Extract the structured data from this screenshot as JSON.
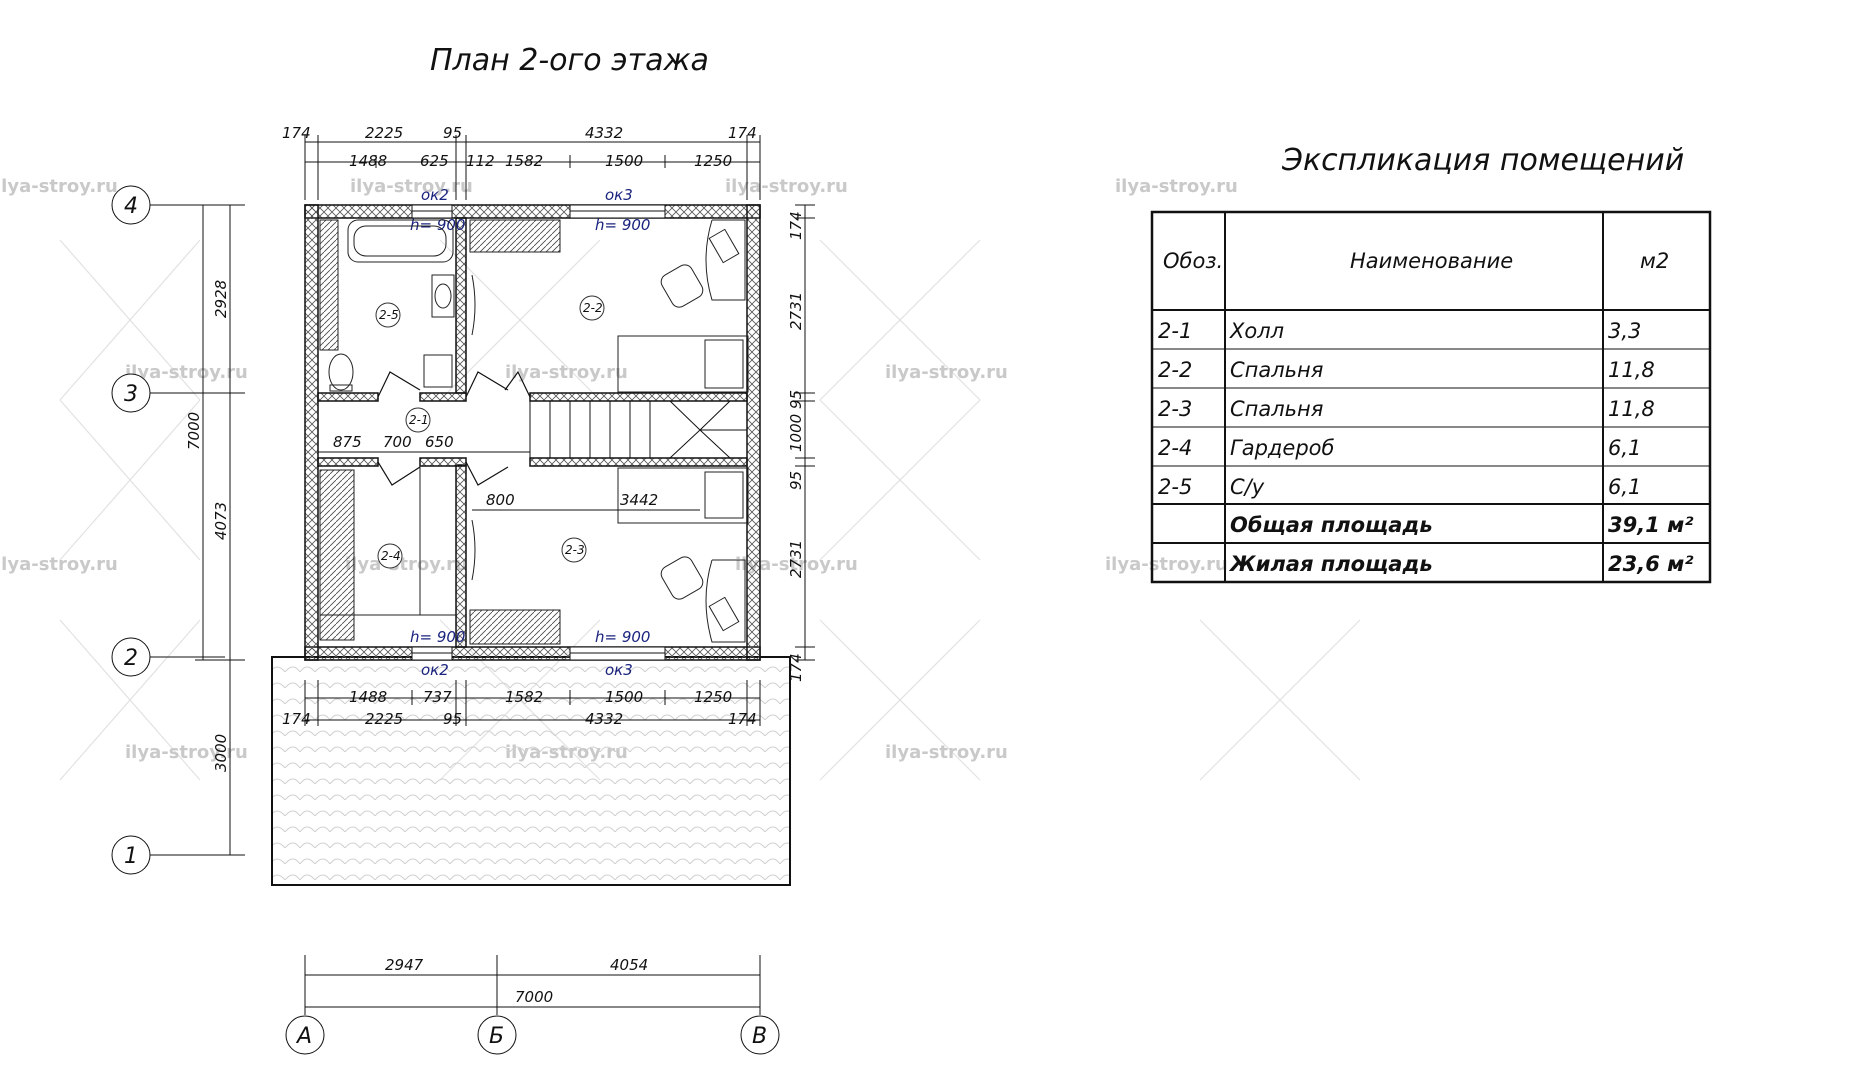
{
  "plan_title": "План 2-ого этажа",
  "table_title": "Экспликация помещений",
  "watermark": "ilya-stroy.ru",
  "axes": {
    "rows": [
      "4",
      "3",
      "2",
      "1"
    ],
    "cols": [
      "А",
      "Б",
      "В"
    ]
  },
  "dims": {
    "top_outer": [
      "174",
      "2225",
      "95",
      "4332",
      "174"
    ],
    "top_inner": [
      "1488",
      "625",
      "112",
      "1582",
      "1500",
      "1250"
    ],
    "bottom_inner": [
      "1488",
      "737",
      "1582",
      "1500",
      "1250"
    ],
    "bottom_outer": [
      "174",
      "2225",
      "95",
      "4332",
      "174"
    ],
    "left_outer": [
      "2928",
      "7000",
      "4073",
      "3000"
    ],
    "right": [
      "174",
      "2731",
      "1000 95",
      "95",
      "2731",
      "174"
    ],
    "hall": [
      "875",
      "700",
      "650"
    ],
    "inner": [
      "800",
      "3442"
    ],
    "axis_bottom": [
      "2947",
      "4054",
      "7000"
    ]
  },
  "rooms": [
    "2-1",
    "2-2",
    "2-3",
    "2-4",
    "2-5"
  ],
  "windows": {
    "ok2": "ок2",
    "ok3": "ок3",
    "h": "h= 900"
  },
  "table": {
    "headers": [
      "Обоз.",
      "Наименование",
      "м2"
    ],
    "rows": [
      [
        "2-1",
        "Холл",
        "3,3"
      ],
      [
        "2-2",
        "Спальня",
        "11,8"
      ],
      [
        "2-3",
        "Спальня",
        "11,8"
      ],
      [
        "2-4",
        "Гардероб",
        "6,1"
      ],
      [
        "2-5",
        "С/у",
        "6,1"
      ]
    ],
    "totals": [
      [
        "",
        "Общая площадь",
        "39,1 м²"
      ],
      [
        "",
        "Жилая площадь",
        "23,6 м²"
      ]
    ]
  },
  "colors": {
    "line": "#111111",
    "window": "#1a237e",
    "watermark": "#c9c9c9"
  }
}
